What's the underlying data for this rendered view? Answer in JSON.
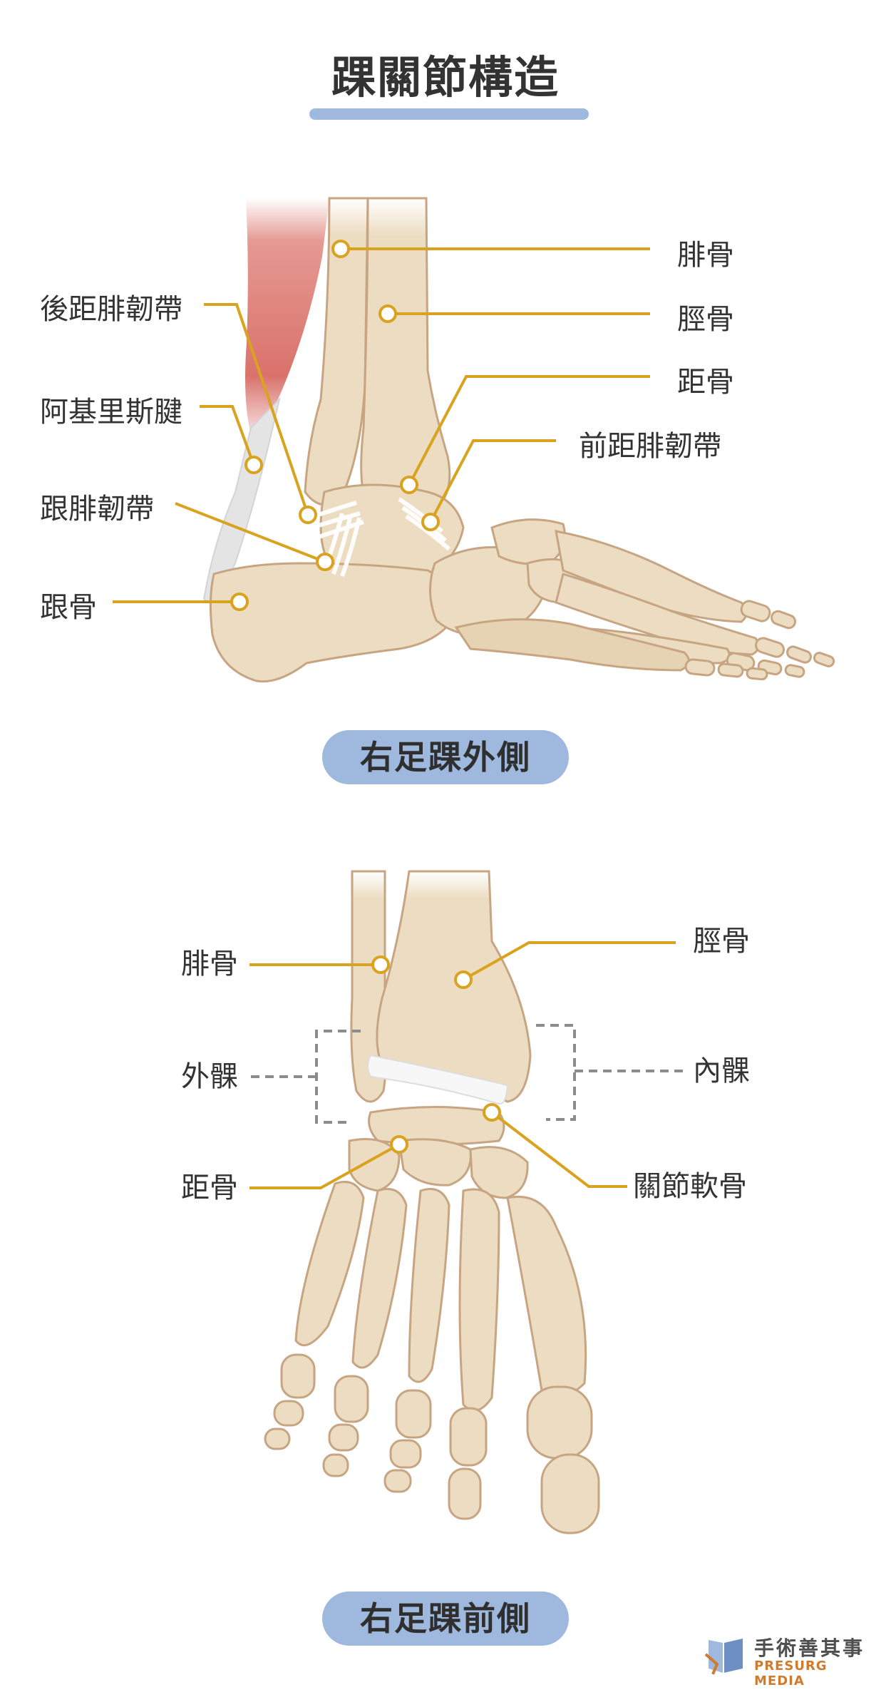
{
  "title": "踝關節構造",
  "lateral_view": {
    "caption": "右足踝外側",
    "labels": {
      "fibula": "腓骨",
      "tibia": "脛骨",
      "talus": "距骨",
      "atfl": "前距腓韌帶",
      "ptfl": "後距腓韌帶",
      "achilles": "阿基里斯腱",
      "cfl": "跟腓韌帶",
      "calcaneus": "跟骨"
    }
  },
  "anterior_view": {
    "caption": "右足踝前側",
    "labels": {
      "fibula": "腓骨",
      "tibia": "脛骨",
      "lateral_malleolus": "外髁",
      "medial_malleolus": "內髁",
      "talus": "距骨",
      "cartilage": "關節軟骨"
    }
  },
  "brand": {
    "name_zh": "手術善其事",
    "name_en": "PRESURG MEDIA"
  },
  "colors": {
    "leader": "#d9a21f",
    "bone": "#ecdcc1",
    "bone_outline": "#c7a583",
    "caption_pill": "#9fb8dd",
    "muscle": "#d9726b",
    "brand_orange": "#d07a2c"
  }
}
